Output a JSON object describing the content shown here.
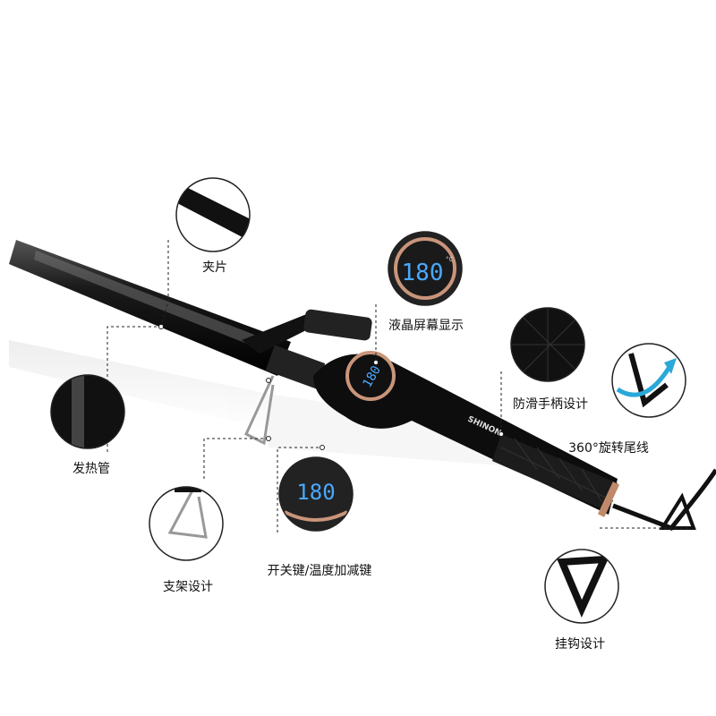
{
  "product": {
    "brand": "SHINON",
    "display_value": "180",
    "display_unit": "°C"
  },
  "callouts": {
    "clip": "夹片",
    "lcd": "液晶屏幕显示",
    "grip": "防滑手柄设计",
    "swivel": "360°旋转尾线",
    "barrel": "发热管",
    "stand": "支架设计",
    "buttons": "开关键/温度加减键",
    "hook": "挂钩设计"
  }
}
